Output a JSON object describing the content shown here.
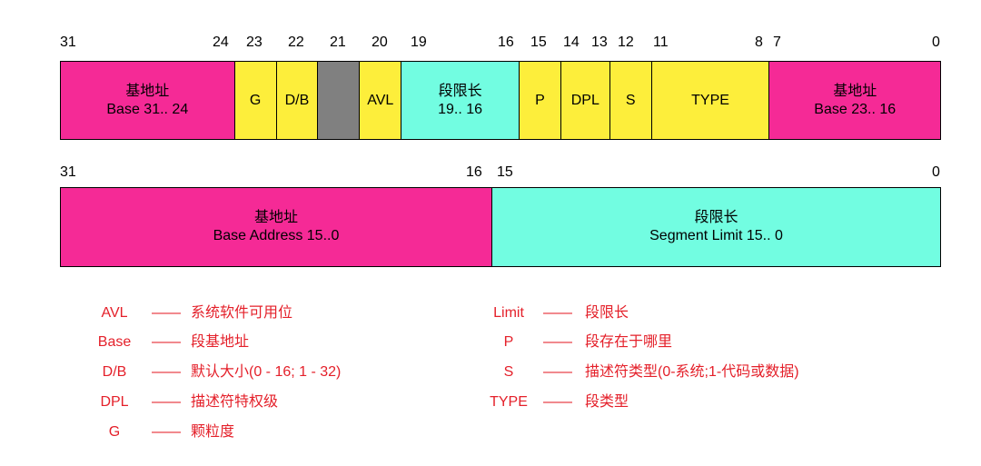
{
  "row1": {
    "bit_labels": {
      "b31": "31",
      "b24": "24",
      "b23": "23",
      "b22": "22",
      "b21": "21",
      "b20": "20",
      "b19": "19",
      "b16": "16",
      "b15": "15",
      "b14": "14",
      "b13": "13",
      "b12": "12",
      "b11": "11",
      "b8": "8",
      "b7": "7",
      "b0": "0"
    },
    "fields": {
      "base_hi": {
        "line1": "基地址",
        "line2": "Base 31.. 24"
      },
      "g": "G",
      "db": "D/B",
      "reserved": "",
      "avl": "AVL",
      "limit_hi": {
        "line1": "段限长",
        "line2": "19.. 16"
      },
      "p": "P",
      "dpl": "DPL",
      "s": "S",
      "type": "TYPE",
      "base_mid": {
        "line1": "基地址",
        "line2": "Base 23.. 16"
      }
    }
  },
  "row2": {
    "bit_labels": {
      "b31": "31",
      "b16": "16",
      "b15": "15",
      "b0": "0"
    },
    "fields": {
      "base_lo": {
        "line1": "基地址",
        "line2": "Base Address 15..0"
      },
      "limit_lo": {
        "line1": "段限长",
        "line2": "Segment Limit 15.. 0"
      }
    }
  },
  "legend": {
    "dash": "——",
    "left": [
      {
        "key": "AVL",
        "desc": "系统软件可用位"
      },
      {
        "key": "Base",
        "desc": "段基地址"
      },
      {
        "key": "D/B",
        "desc": "默认大小(0 - 16; 1 - 32)"
      },
      {
        "key": "DPL",
        "desc": "描述符特权级"
      },
      {
        "key": "G",
        "desc": "颗粒度"
      }
    ],
    "right": [
      {
        "key": "Limit",
        "desc": "段限长"
      },
      {
        "key": "P",
        "desc": "段存在于哪里"
      },
      {
        "key": "S",
        "desc": "描述符类型(0-系统;1-代码或数据)"
      },
      {
        "key": "TYPE",
        "desc": "段类型"
      }
    ]
  },
  "colors": {
    "base": "#f52a96",
    "flag": "#fdee3b",
    "reserved": "#808080",
    "limit": "#72fde1",
    "legend_text": "#e4202a"
  }
}
